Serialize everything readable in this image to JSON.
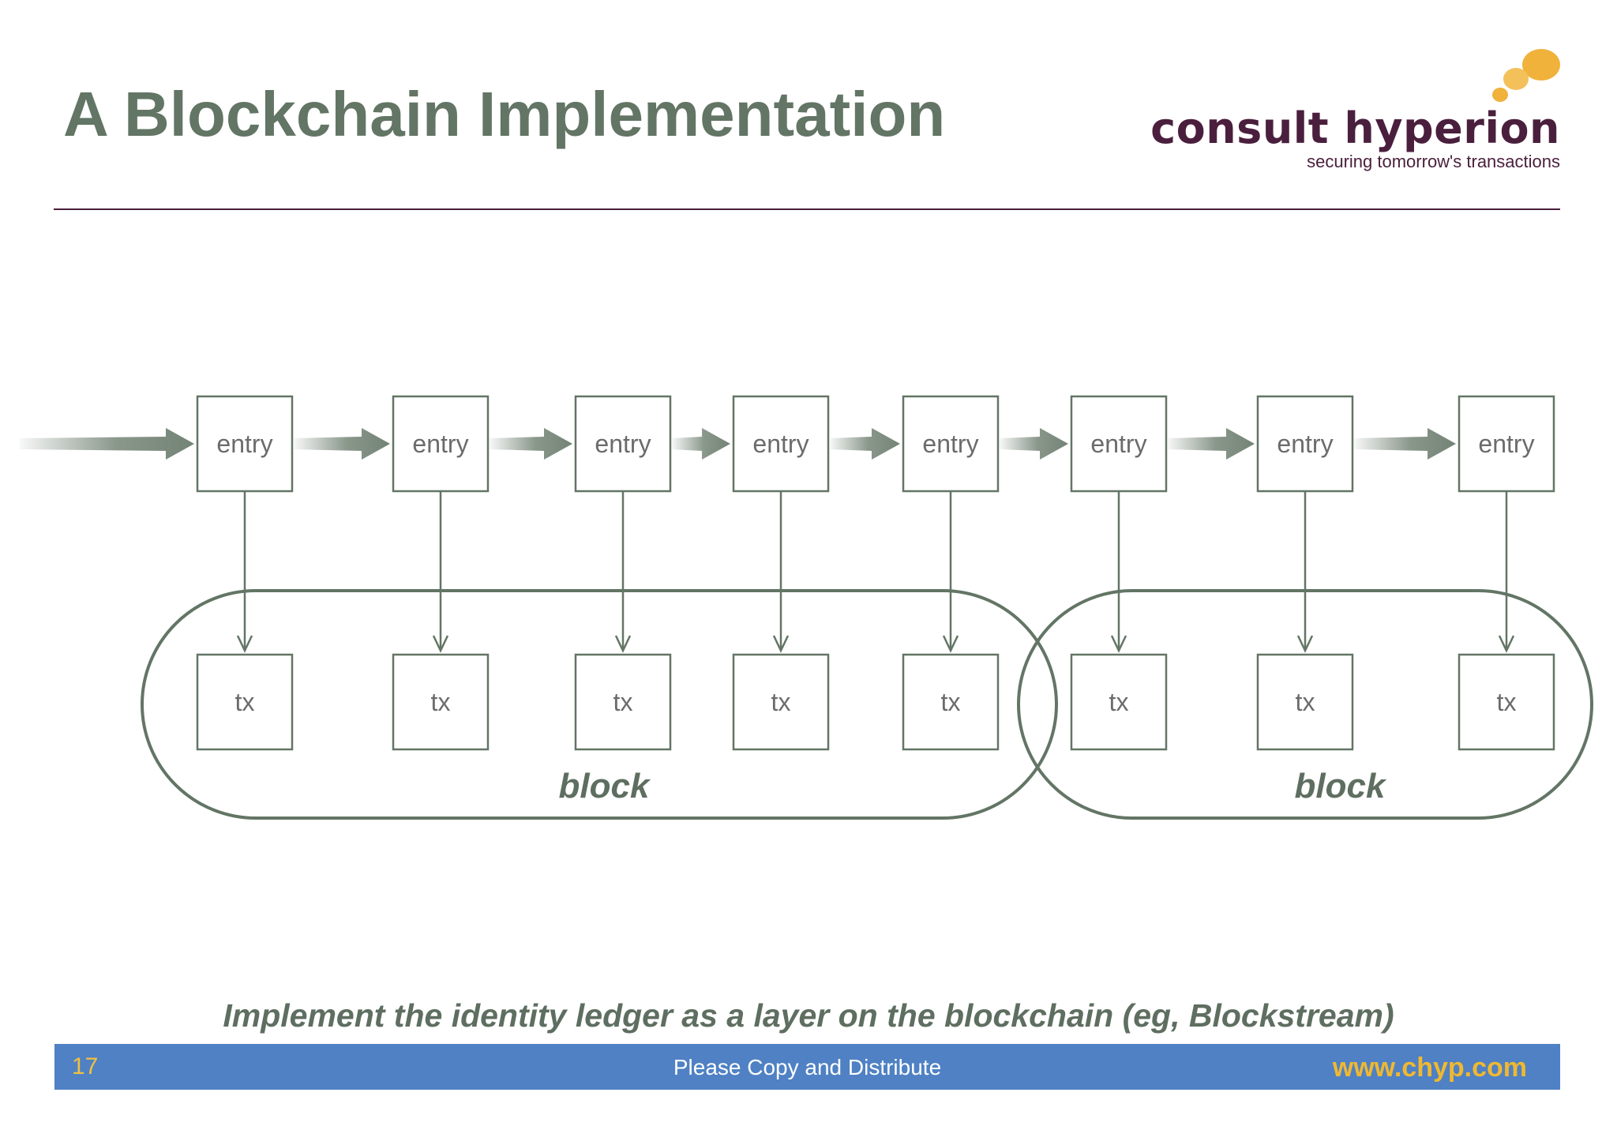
{
  "slide": {
    "title": "A Blockchain Implementation",
    "caption": "Implement the identity ledger as a layer on the blockchain (eg, Blockstream)"
  },
  "logo": {
    "name": "consult hyperion",
    "tagline": "securing tomorrow's transactions",
    "colors": {
      "text": "#4a1f3d",
      "bubble": "#f0b23a"
    }
  },
  "diagram": {
    "entry_label": "entry",
    "tx_label": "tx",
    "entries": [
      "entry",
      "entry",
      "entry",
      "entry",
      "entry",
      "entry",
      "entry",
      "entry"
    ],
    "txs": [
      "tx",
      "tx",
      "tx",
      "tx",
      "tx",
      "tx",
      "tx",
      "tx"
    ],
    "blocks": [
      {
        "label": "block",
        "tx_count": 5
      },
      {
        "label": "block",
        "tx_count": 3
      }
    ],
    "colors": {
      "stroke": "#637565",
      "text": "#6b6b6b",
      "block_text": "#5e6e60"
    }
  },
  "footer": {
    "page_number": "17",
    "center_text": "Please Copy and Distribute",
    "url": "www.chyp.com",
    "colors": {
      "bar": "#4f81c4",
      "number": "#f0c040",
      "url": "#f0b830"
    }
  }
}
